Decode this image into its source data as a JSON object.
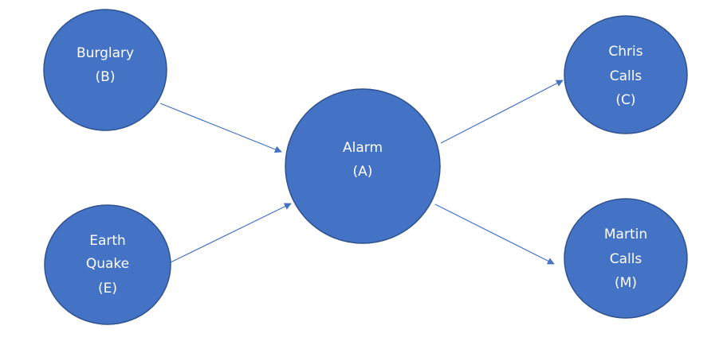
{
  "diagram": {
    "nodes": {
      "burglary": {
        "lines": [
          "Burglary",
          "(B)"
        ]
      },
      "earthquake": {
        "lines": [
          "Earth",
          "Quake",
          "(E)"
        ]
      },
      "alarm": {
        "lines": [
          "Alarm",
          "(A)"
        ]
      },
      "chris": {
        "lines": [
          "Chris",
          "Calls",
          "(C)"
        ]
      },
      "martin": {
        "lines": [
          "Martin",
          "Calls",
          "(M)"
        ]
      }
    },
    "edges": [
      {
        "from": "burglary",
        "to": "alarm"
      },
      {
        "from": "earthquake",
        "to": "alarm"
      },
      {
        "from": "alarm",
        "to": "chris"
      },
      {
        "from": "alarm",
        "to": "martin"
      }
    ],
    "colors": {
      "node_fill": "#4472C4",
      "node_stroke": "#2F528F",
      "edge": "#4472C4",
      "text": "#ffffff"
    }
  }
}
